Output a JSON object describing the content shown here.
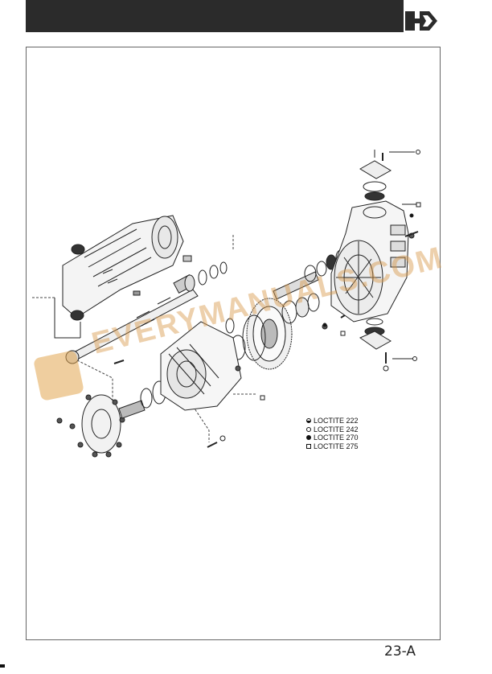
{
  "legend": {
    "items": [
      {
        "symbol": "half-filled-circle",
        "label": "LOCTITE 222"
      },
      {
        "symbol": "open-circle",
        "label": "LOCTITE 242"
      },
      {
        "symbol": "filled-circle",
        "label": "LOCTITE 270"
      },
      {
        "symbol": "open-square",
        "label": "LOCTITE 275"
      }
    ]
  },
  "watermark": {
    "text": "EVERYMANUALS.COM"
  },
  "page_number": "23-A",
  "colors": {
    "header": "#2b2b2b",
    "watermark": "#d9964a"
  }
}
